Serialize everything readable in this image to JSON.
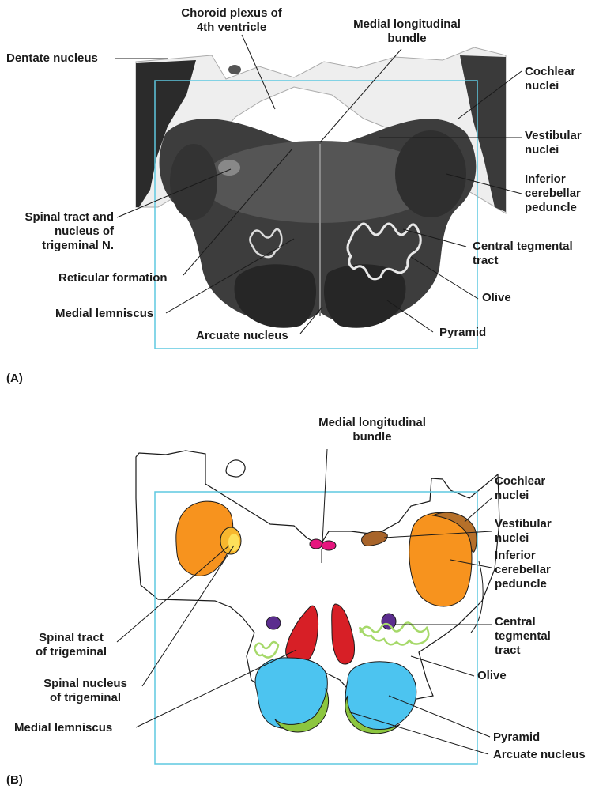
{
  "panel_a": {
    "letter": "(A)",
    "labels": {
      "choroid_l1": "Choroid plexus of",
      "choroid_l2": "4th ventricle",
      "mlb_l1": "Medial longitudinal",
      "mlb_l2": "bundle",
      "dentate": "Dentate nucleus",
      "cochlear_l1": "Cochlear",
      "cochlear_l2": "nuclei",
      "vestibular_l1": "Vestibular",
      "vestibular_l2": "nuclei",
      "icp_l1": "Inferior",
      "icp_l2": "cerebellar",
      "icp_l3": "peduncle",
      "spinal_l1": "Spinal tract and",
      "spinal_l2": "nucleus of",
      "spinal_l3": "trigeminal N.",
      "ctt_l1": "Central tegmental",
      "ctt_l2": "tract",
      "reticular": "Reticular formation",
      "olive": "Olive",
      "medial_lemniscus": "Medial lemniscus",
      "pyramid": "Pyramid",
      "arcuate": "Arcuate nucleus"
    }
  },
  "panel_b": {
    "letter": "(B)",
    "labels": {
      "mlb_l1": "Medial longitudinal",
      "mlb_l2": "bundle",
      "cochlear_l1": "Cochlear",
      "cochlear_l2": "nuclei",
      "vestibular_l1": "Vestibular",
      "vestibular_l2": "nuclei",
      "icp_l1": "Inferior",
      "icp_l2": "cerebellar",
      "icp_l3": "peduncle",
      "ctt_l1": "Central",
      "ctt_l2": "tegmental",
      "ctt_l3": "tract",
      "spinal_tract_l1": "Spinal tract",
      "spinal_tract_l2": "of trigeminal",
      "olive": "Olive",
      "spinal_nucleus_l1": "Spinal nucleus",
      "spinal_nucleus_l2": "of trigeminal",
      "medial_lemniscus": "Medial lemniscus",
      "pyramid": "Pyramid",
      "arcuate": "Arcuate nucleus"
    }
  },
  "colors": {
    "frame": "#5ec8e0",
    "cerebellar_peduncle": "#f7931e",
    "cochlear": "#b5702a",
    "vestibular": "#a8642a",
    "trigeminal": "#fdc82f",
    "mlb": "#e6157e",
    "ctt": "#5b2d8e",
    "medial_lemniscus": "#d71f26",
    "pyramid": "#4cc4f0",
    "arcuate": "#8cc63f",
    "olive_outline": "#a6d96a"
  }
}
